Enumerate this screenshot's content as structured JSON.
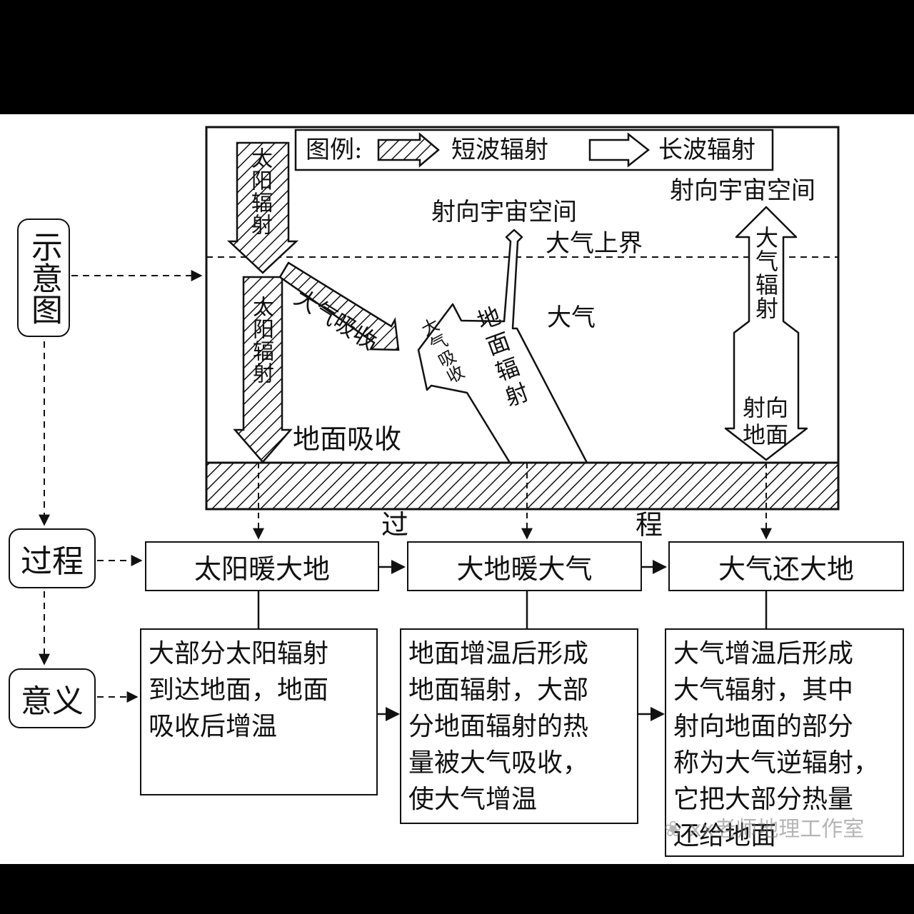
{
  "legend": {
    "title": "图例:",
    "shortwave": "短波辐射",
    "longwave": "长波辐射"
  },
  "diagram": {
    "solar_radiation_top": "太阳辐射",
    "solar_radiation_bottom": "太阳辐射",
    "atmosphere_absorb_sw": "大气吸收",
    "atmosphere_absorb_lw": "大气吸收",
    "to_space_left": "射向宇宙空间",
    "to_space_right": "射向宇宙空间",
    "upper_boundary": "大气上界",
    "atmosphere": "大气",
    "ground_radiation": "地面辐射",
    "atmosphere_radiation": "大气辐射",
    "toward_ground": "射向地面",
    "ground_absorb": "地面吸收",
    "process_char1": "过",
    "process_char2": "程"
  },
  "side_labels": {
    "schematic": "示意图",
    "process": "过程",
    "meaning": "意义"
  },
  "process": [
    "太阳暖大地",
    "大地暖大气",
    "大气还大地"
  ],
  "meaning": [
    "大部分太阳辐射\n到达地面，地面\n吸收后增温",
    "地面增温后形成\n地面辐射，大部\n分地面辐射的热\n量被大气吸收，\n使大气增温",
    "大气增温后形成\n大气辐射，其中\n射向地面的部分\n称为大气逆辐射，\n它把大部分热量\n还给地面"
  ],
  "watermark": "xx老师地理工作室"
}
